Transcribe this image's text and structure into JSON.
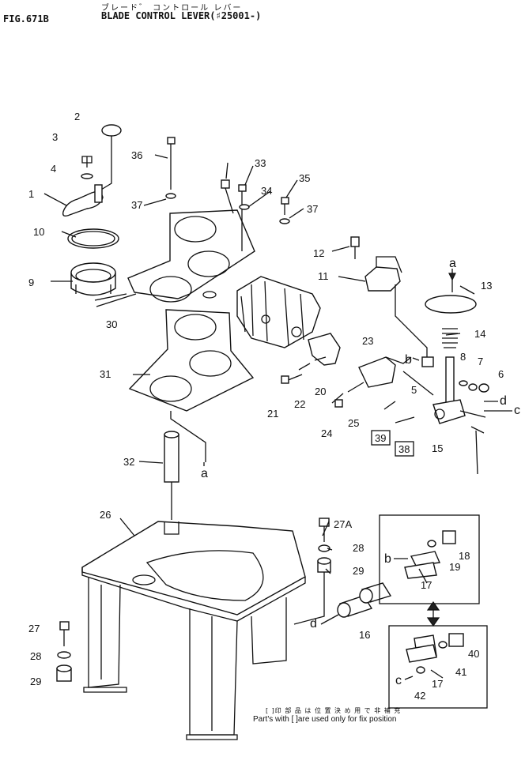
{
  "header": {
    "figure_id": "FIG.671B",
    "title_jp": "ブレード゛ コントロール レバー",
    "title_en": "BLADE CONTROL LEVER(♯25001-)"
  },
  "callouts": [
    {
      "id": "c1",
      "label": "1"
    },
    {
      "id": "c2",
      "label": "2"
    },
    {
      "id": "c3",
      "label": "3"
    },
    {
      "id": "c4",
      "label": "4"
    },
    {
      "id": "c5",
      "label": "5"
    },
    {
      "id": "c6",
      "label": "6"
    },
    {
      "id": "c7",
      "label": "7"
    },
    {
      "id": "c8",
      "label": "8"
    },
    {
      "id": "c9",
      "label": "9"
    },
    {
      "id": "c10",
      "label": "10"
    },
    {
      "id": "c11",
      "label": "11"
    },
    {
      "id": "c12",
      "label": "12"
    },
    {
      "id": "c13",
      "label": "13"
    },
    {
      "id": "c14",
      "label": "14"
    },
    {
      "id": "c15",
      "label": "15"
    },
    {
      "id": "c16",
      "label": "16"
    },
    {
      "id": "c17a",
      "label": "17"
    },
    {
      "id": "c17b",
      "label": "17"
    },
    {
      "id": "c18",
      "label": "18"
    },
    {
      "id": "c19",
      "label": "19"
    },
    {
      "id": "c20",
      "label": "20"
    },
    {
      "id": "c21",
      "label": "21"
    },
    {
      "id": "c22",
      "label": "22"
    },
    {
      "id": "c23",
      "label": "23"
    },
    {
      "id": "c24",
      "label": "24"
    },
    {
      "id": "c25",
      "label": "25"
    },
    {
      "id": "c26",
      "label": "26"
    },
    {
      "id": "c27",
      "label": "27"
    },
    {
      "id": "c27a",
      "label": "27A"
    },
    {
      "id": "c28a",
      "label": "28"
    },
    {
      "id": "c28b",
      "label": "28"
    },
    {
      "id": "c29a",
      "label": "29"
    },
    {
      "id": "c29b",
      "label": "29"
    },
    {
      "id": "c30",
      "label": "30"
    },
    {
      "id": "c31",
      "label": "31"
    },
    {
      "id": "c32",
      "label": "32"
    },
    {
      "id": "c33",
      "label": "33"
    },
    {
      "id": "c34",
      "label": "34"
    },
    {
      "id": "c35",
      "label": "35"
    },
    {
      "id": "c36",
      "label": "36"
    },
    {
      "id": "c37a",
      "label": "37"
    },
    {
      "id": "c37b",
      "label": "37"
    },
    {
      "id": "c38",
      "label": "38"
    },
    {
      "id": "c39",
      "label": "39"
    },
    {
      "id": "c40",
      "label": "40"
    },
    {
      "id": "c41",
      "label": "41"
    },
    {
      "id": "c42",
      "label": "42"
    }
  ],
  "connectors": [
    {
      "id": "a1",
      "label": "a"
    },
    {
      "id": "a2",
      "label": "a"
    },
    {
      "id": "b1",
      "label": "b"
    },
    {
      "id": "b2",
      "label": "b"
    },
    {
      "id": "cc1",
      "label": "c"
    },
    {
      "id": "cc2",
      "label": "c"
    },
    {
      "id": "d1",
      "label": "d"
    },
    {
      "id": "d2",
      "label": "d"
    }
  ],
  "footnote": {
    "jp": "[ ]印 部 品 は 位 置 決 め 用 で 非 補 充",
    "en": "Part's with [ ]are used only for fix position"
  }
}
